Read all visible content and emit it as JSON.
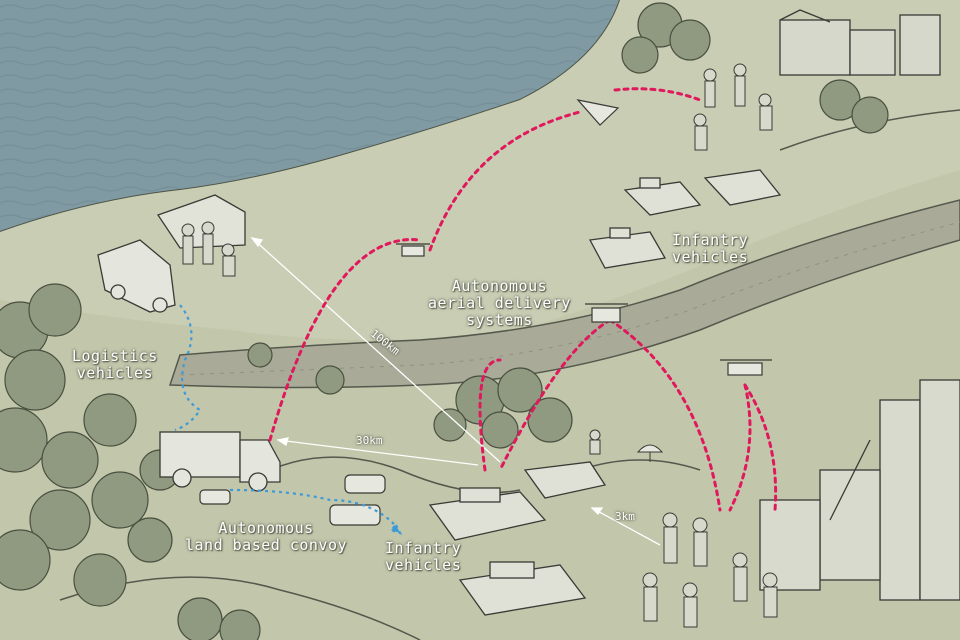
{
  "labels": {
    "logistics": [
      "Logistics",
      "vehicles"
    ],
    "aerial": [
      "Autonomous",
      "aerial delivery",
      "systems"
    ],
    "infantry_top": [
      "Infantry",
      "vehicles"
    ],
    "convoy": [
      "Autonomous",
      "land based convoy"
    ],
    "infantry_bottom": [
      "Infantry",
      "vehicles"
    ]
  },
  "distances": {
    "d100": "100km",
    "d30": "30km",
    "d3": "3km"
  },
  "colors": {
    "sea": "#7f9aa2",
    "land": "#c2c6aa",
    "road": "#a9ab98",
    "trees": "#8f9a80",
    "route_air": "#e0185c",
    "route_land": "#3d9ad8",
    "ink": "#3a3a36"
  }
}
